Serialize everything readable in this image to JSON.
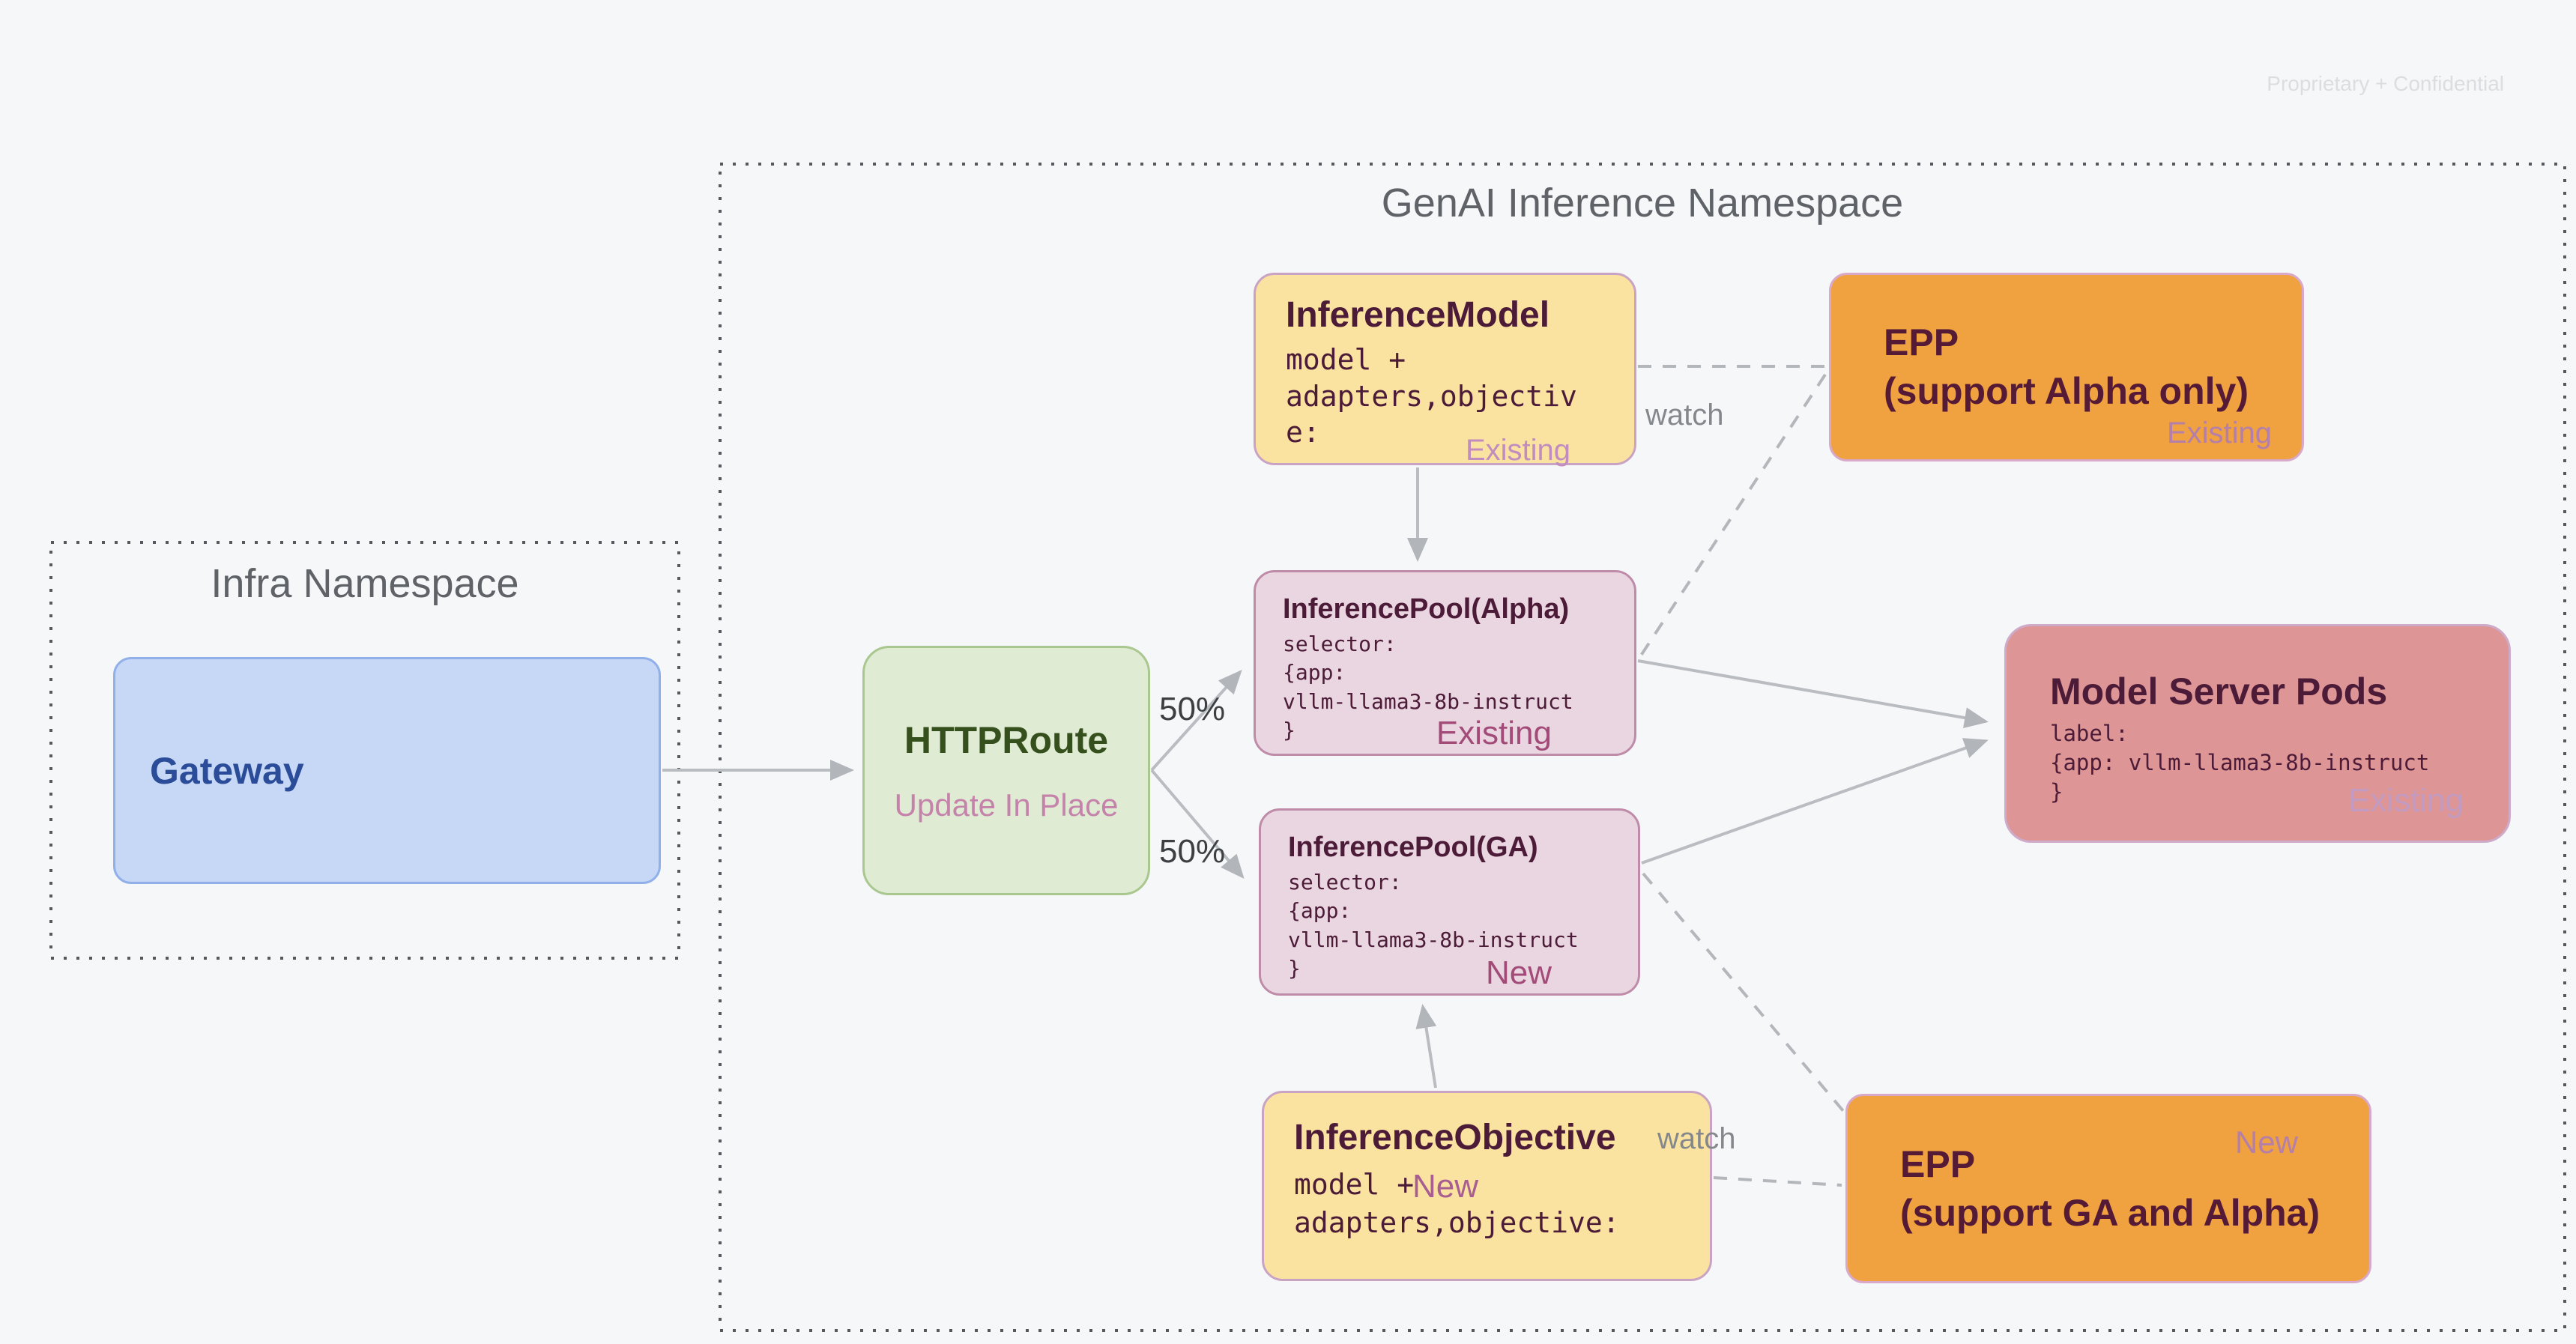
{
  "page": {
    "confidential_note": "Proprietary + Confidential"
  },
  "infra_namespace": {
    "title": "Infra Namespace",
    "gateway": {
      "title": "Gateway"
    }
  },
  "genai_namespace": {
    "title": "GenAI Inference Namespace",
    "httproute": {
      "title": "HTTPRoute",
      "subtitle": "Update In Place"
    },
    "inference_model": {
      "title": "InferenceModel",
      "body": "model +\nadapters,objectiv\ne:",
      "status": "Existing"
    },
    "epp_alpha": {
      "title": "EPP\n(support Alpha only)",
      "status": "Existing"
    },
    "pool_alpha": {
      "title": "InferencePool(Alpha)",
      "body": "selector:\n{app:\nvllm-llama3-8b-instruct\n}",
      "status": "Existing"
    },
    "pool_ga": {
      "title": "InferencePool(GA)",
      "body": "selector:\n{app:\nvllm-llama3-8b-instruct\n}",
      "status": "New"
    },
    "model_server_pods": {
      "title": "Model Server Pods",
      "body": "label:\n{app: vllm-llama3-8b-instruct\n}",
      "status": "Existing"
    },
    "inference_objective": {
      "title": "InferenceObjective",
      "body": "model +\nadapters,objective:",
      "status": "New"
    },
    "epp_ga": {
      "title": "EPP\n(support GA and Alpha)",
      "status": "New"
    },
    "labels": {
      "watch_top": "watch",
      "watch_bottom": "watch",
      "split_top": "50%",
      "split_bottom": "50%"
    }
  },
  "colors": {
    "background": "#F6F7F9",
    "yellow_node": "#FAE3A1",
    "pink_node": "#EAD6E0",
    "rose_node": "#DE9595",
    "orange_node": "#F0A140",
    "green_node": "#DFEBD3",
    "blue_node": "#C6D8F6",
    "connector_gray": "#B9BCC0",
    "status_mauve": "#A34B78",
    "namespace_title_gray": "#5F6368"
  }
}
